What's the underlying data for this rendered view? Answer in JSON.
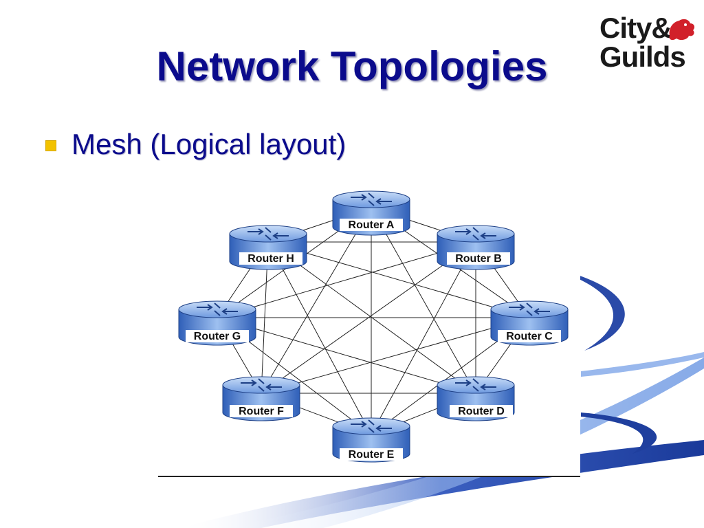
{
  "slide": {
    "title": "Network Topologies",
    "bullet": "Mesh (Logical layout)"
  },
  "logo": {
    "line1": "City&",
    "line2": "Guilds",
    "icon": "lion-icon"
  },
  "diagram": {
    "routers": [
      {
        "id": "A",
        "label": "Router A"
      },
      {
        "id": "B",
        "label": "Router B"
      },
      {
        "id": "C",
        "label": "Router C"
      },
      {
        "id": "D",
        "label": "Router D"
      },
      {
        "id": "E",
        "label": "Router E"
      },
      {
        "id": "F",
        "label": "Router F"
      },
      {
        "id": "G",
        "label": "Router G"
      },
      {
        "id": "H",
        "label": "Router H"
      }
    ],
    "icon": "router-icon"
  },
  "colors": {
    "title": "#0b0b8c",
    "bullet": "#f2c200",
    "swoosh": "#1f3f9e",
    "router": "#4a7ad0"
  }
}
